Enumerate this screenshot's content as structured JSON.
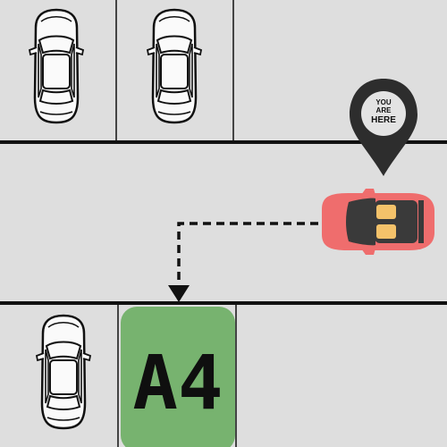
{
  "scene": {
    "background_color": "#dedede",
    "line_color": "#111111"
  },
  "target_slot": {
    "label": "A4",
    "color": "#77b36f"
  },
  "you_are_here_pin": {
    "line1": "YOU",
    "line2": "ARE",
    "line3": "HERE"
  },
  "user_car": {
    "color": "#ef6d6d",
    "seat_color": "#f4c26a"
  },
  "parked_cars": {
    "count": 3,
    "style": "outline"
  },
  "route": {
    "style": "dashed-arrow"
  }
}
